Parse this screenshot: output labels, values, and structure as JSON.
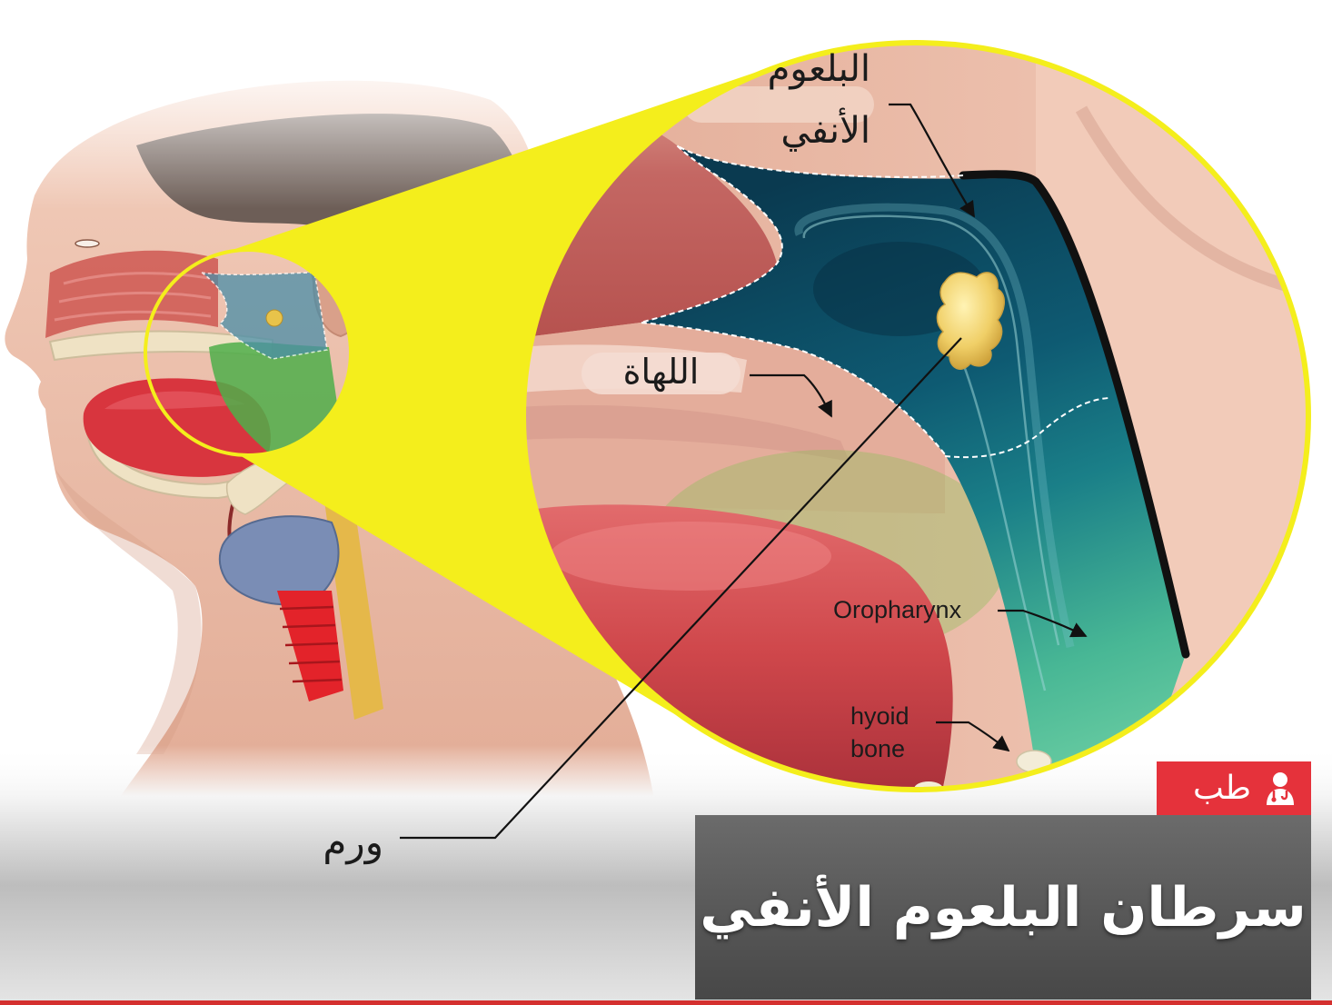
{
  "figure": {
    "labels": {
      "nasopharynx": [
        "البلعوم",
        "الأنفي"
      ],
      "uvula": "اللهاة",
      "oropharynx": "Oropharynx",
      "hyoid_bone": [
        "hyoid",
        "bone"
      ],
      "tumor": "ورم"
    }
  },
  "category_badge": {
    "label": "طب",
    "icon": "doctor-icon"
  },
  "title": "سرطان البلعوم الأنفي",
  "colors": {
    "highlight_yellow": "#f4ee1c",
    "badge_red": "#e5323b",
    "banner_gray": "#5b5b5b",
    "airway_teal": "#0e4c62",
    "tumor_yellow": "#f0cf67",
    "bottom_rule_red": "#d4302f"
  }
}
